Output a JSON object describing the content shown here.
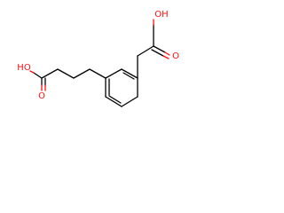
{
  "molecule": {
    "labels": {
      "left_oh": "HO",
      "left_o": "O",
      "right_oh": "OH",
      "right_o": "O"
    },
    "colors": {
      "bond": "#000000",
      "oxygen": "#ff0d0d",
      "background": "#ffffff"
    }
  }
}
